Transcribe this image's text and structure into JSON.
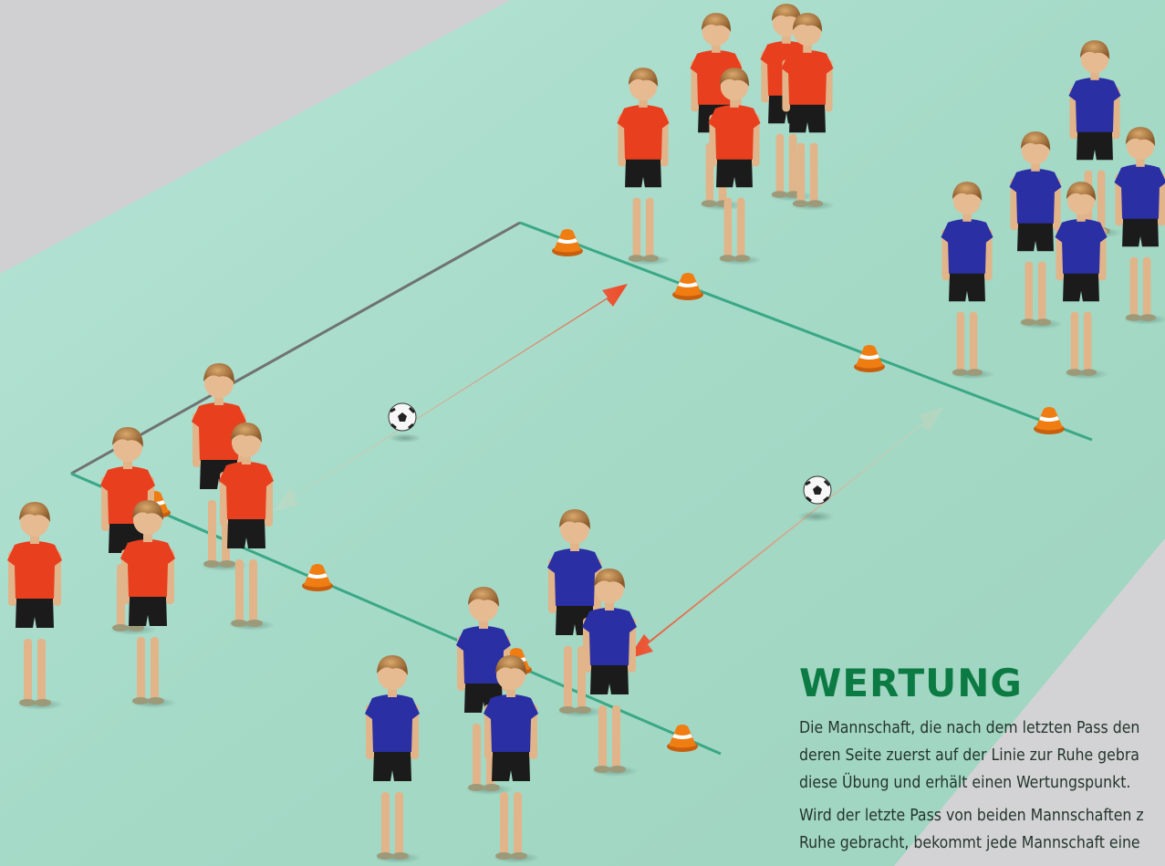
{
  "scoring": {
    "heading": "WERTUNG",
    "paragraph_1_lines": [
      "Die Mannschaft, die nach dem letzten Pass den",
      "deren Seite zuerst auf der Linie zur Ruhe gebra",
      "diese Übung und erhält einen Wertungspunkt."
    ],
    "paragraph_2_lines": [
      "Wird der letzte Pass von beiden Mannschaften z",
      "Ruhe gebracht, bekommt jede Mannschaft eine"
    ]
  },
  "teams": [
    {
      "name": "red",
      "color": "#e8401f"
    },
    {
      "name": "blue",
      "color": "#2a2fa3"
    }
  ],
  "colors": {
    "field": "#a9dcc9",
    "field_line": "#3aa886",
    "cone": "#f07d12",
    "pass_arrow": "#ea4a2a",
    "heading": "#0c7a43"
  }
}
